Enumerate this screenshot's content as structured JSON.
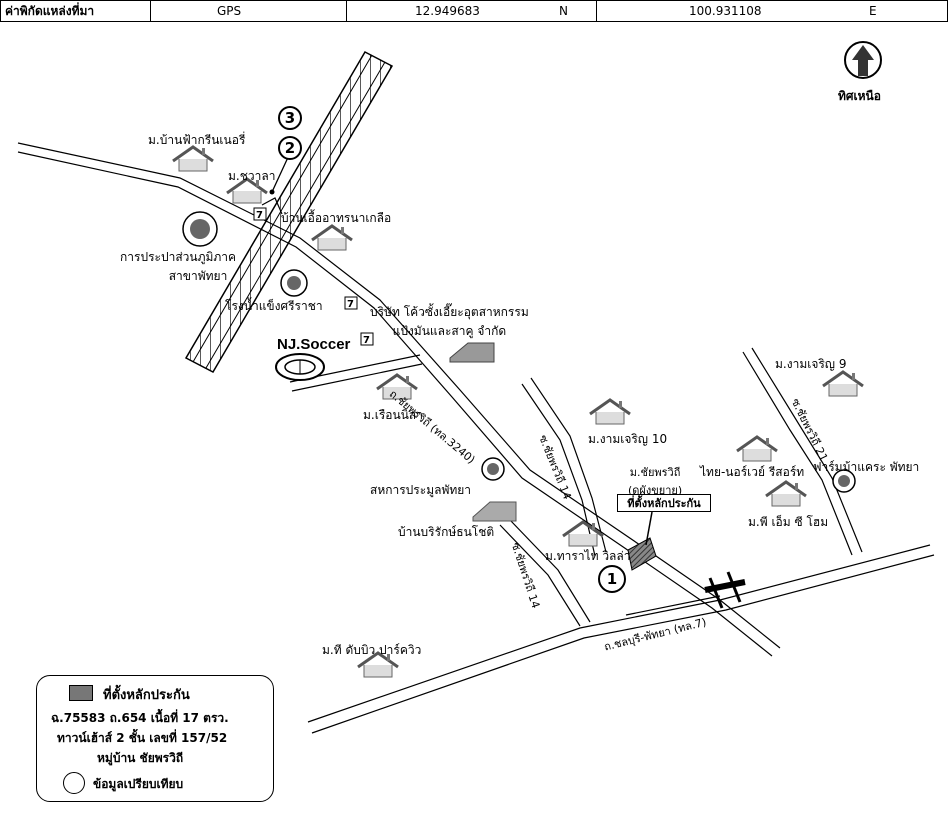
{
  "header": {
    "label": "ค่าพิกัดแหล่งที่มา",
    "source": "GPS",
    "latitude": "12.949683",
    "lat_dir": "N",
    "longitude": "100.931108",
    "lon_dir": "E"
  },
  "north": {
    "label": "ทิศเหนือ"
  },
  "markers": {
    "m1": "1",
    "m2": "2",
    "m3": "3"
  },
  "places": {
    "green_ree": "ม.บ้านฟ้ากรีนเนอรี่",
    "chawala": "ม.ชวาลา",
    "euathorn": "บ้านเอื้ออาทรนาเกลือ",
    "pwa_line1": "การประปาส่วนภูมิภาค",
    "pwa_line2": "สาขาพัทยา",
    "ice_factory": "โรงน้ำแข็งศรีราชา",
    "koi_line1": "บริษัท โค้วซั้งเอี๊ยะอุตสาหกรรม",
    "koi_line2": "แป้งมันและสาคู จำกัด",
    "nj_soccer": "NJ.Soccer",
    "ruen_nisa": "ม.เรือนนิสา",
    "auction": "สหการประมูลพัทยา",
    "borirak": "บ้านบริรักษ์ธนโชติ",
    "tara_thai": "ม.ทาราไท วิลล่า",
    "ngam_charoen_10": "ม.งามเจริญ 10",
    "ngam_charoen_9": "ม.งามเจริญ 9",
    "chaiyaphruek_line1": "ม.ชัยพรวิถี",
    "chaiyaphruek_line2": "(ดูผังขยาย)",
    "thai_norway": "ไทย-นอร์เวย์ รีสอร์ท",
    "farm": "ฟาร์มม้าแคระ พัทยา",
    "pmc_home": "ม.พี เอ็ม ซี โฮม",
    "tw_park": "ม.ที ดับบิว ปาร์ควิว",
    "collateral_box": "ที่ตั้งหลักประกัน"
  },
  "roads": {
    "chaiyaphruek": "ถ.ชัยพรวิถี (ทล.3240)",
    "soi14_upper": "ซ.ชัยพรวิถี 14",
    "soi14_lower": "ซ.ชัยพรวิถี 14",
    "soi21": "ซ.ชัยพรวิถี 21",
    "chonburi_pattaya": "ถ.ชลบุรี-พัทยา (ทล.7)"
  },
  "legend": {
    "collateral": "ที่ตั้งหลักประกัน",
    "line1": "ฉ.75583 ถ.654 เนื้อที่ 17 ตรว.",
    "line2": "ทาวน์เฮ้าส์ 2 ชั้น เลขที่ 157/52",
    "line3": "หมู่บ้าน ชัยพรวิถี",
    "comparison": "ข้อมูลเปรียบเทียบ"
  }
}
